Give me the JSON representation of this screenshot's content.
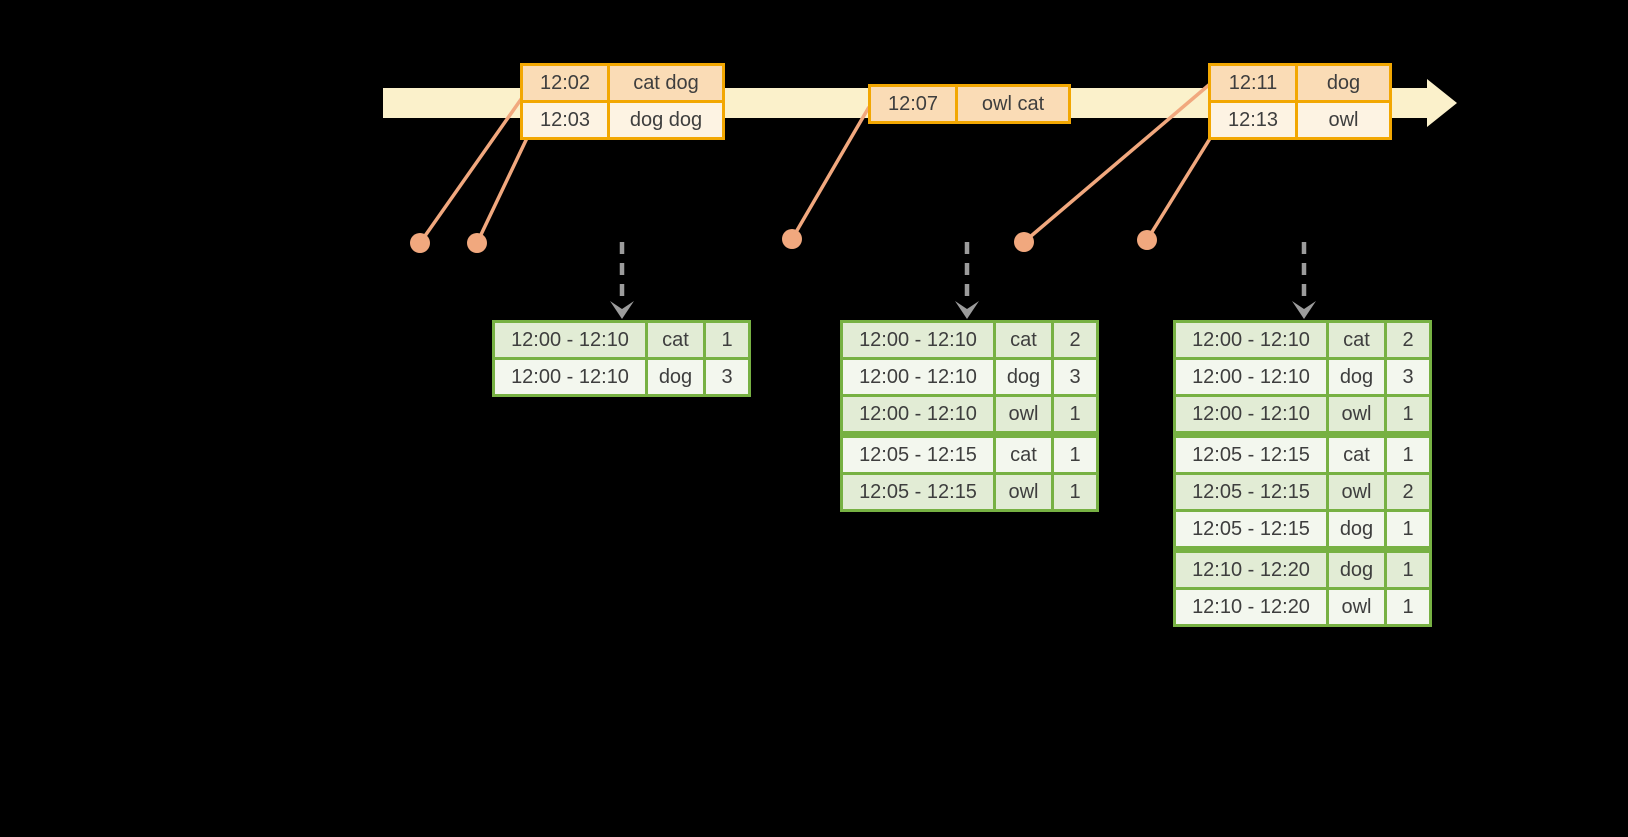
{
  "colors": {
    "background": "#000000",
    "band": "#FBF1CB",
    "gold": "#F2A702",
    "peach": "#FADCB6",
    "cream": "#FDF3E3",
    "green": "#77B143",
    "green_light": "#E2ECD5",
    "green_pale": "#F3F7EE",
    "salmon": "#F1A87E",
    "gray_arrow": "#9C9C9C",
    "text": "#3E3E3E"
  },
  "timeline": {
    "event_tables": [
      {
        "rows": [
          {
            "time": "12:02",
            "words": "cat dog"
          },
          {
            "time": "12:03",
            "words": "dog dog"
          }
        ]
      },
      {
        "rows": [
          {
            "time": "12:07",
            "words": "owl cat"
          }
        ]
      },
      {
        "rows": [
          {
            "time": "12:11",
            "words": "dog"
          },
          {
            "time": "12:13",
            "words": "owl"
          }
        ]
      }
    ]
  },
  "result_tables": [
    {
      "rows": [
        {
          "window": "12:00 - 12:10",
          "word": "cat",
          "count": "1"
        },
        {
          "window": "12:00 - 12:10",
          "word": "dog",
          "count": "3"
        }
      ]
    },
    {
      "rows": [
        {
          "window": "12:00 - 12:10",
          "word": "cat",
          "count": "2"
        },
        {
          "window": "12:00 - 12:10",
          "word": "dog",
          "count": "3"
        },
        {
          "window": "12:00 - 12:10",
          "word": "owl",
          "count": "1"
        },
        {
          "window": "12:05 - 12:15",
          "word": "cat",
          "count": "1"
        },
        {
          "window": "12:05 - 12:15",
          "word": "owl",
          "count": "1"
        }
      ]
    },
    {
      "rows": [
        {
          "window": "12:00 - 12:10",
          "word": "cat",
          "count": "2"
        },
        {
          "window": "12:00 - 12:10",
          "word": "dog",
          "count": "3"
        },
        {
          "window": "12:00 - 12:10",
          "word": "owl",
          "count": "1"
        },
        {
          "window": "12:05 - 12:15",
          "word": "cat",
          "count": "1"
        },
        {
          "window": "12:05 - 12:15",
          "word": "owl",
          "count": "2"
        },
        {
          "window": "12:05 - 12:15",
          "word": "dog",
          "count": "1"
        },
        {
          "window": "12:10 - 12:20",
          "word": "dog",
          "count": "1"
        },
        {
          "window": "12:10 - 12:20",
          "word": "owl",
          "count": "1"
        }
      ]
    }
  ]
}
